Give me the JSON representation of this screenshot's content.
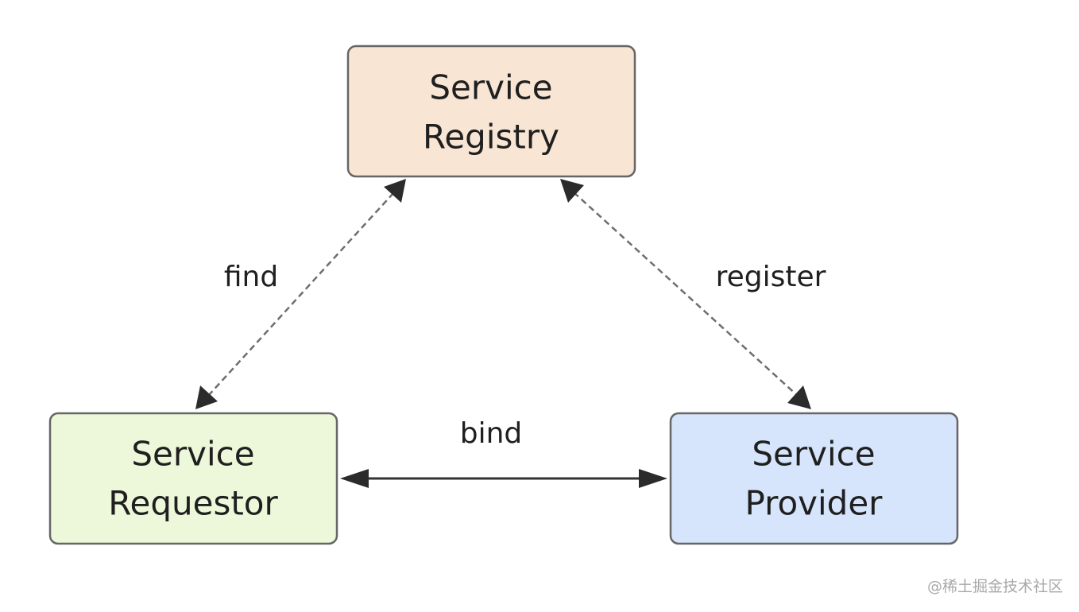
{
  "nodes": {
    "registry": {
      "line1": "Service",
      "line2": "Registry",
      "fill": "#f8e5d3"
    },
    "requestor": {
      "line1": "Service",
      "line2": "Requestor",
      "fill": "#ecf8d9"
    },
    "provider": {
      "line1": "Service",
      "line2": "Provider",
      "fill": "#d6e5fb"
    }
  },
  "edges": {
    "find": {
      "label": "find",
      "style": "dashed",
      "direction": "both"
    },
    "register": {
      "label": "register",
      "style": "dashed",
      "direction": "both"
    },
    "bind": {
      "label": "bind",
      "style": "solid",
      "direction": "both"
    }
  },
  "watermark": "@稀土掘金技术社区"
}
